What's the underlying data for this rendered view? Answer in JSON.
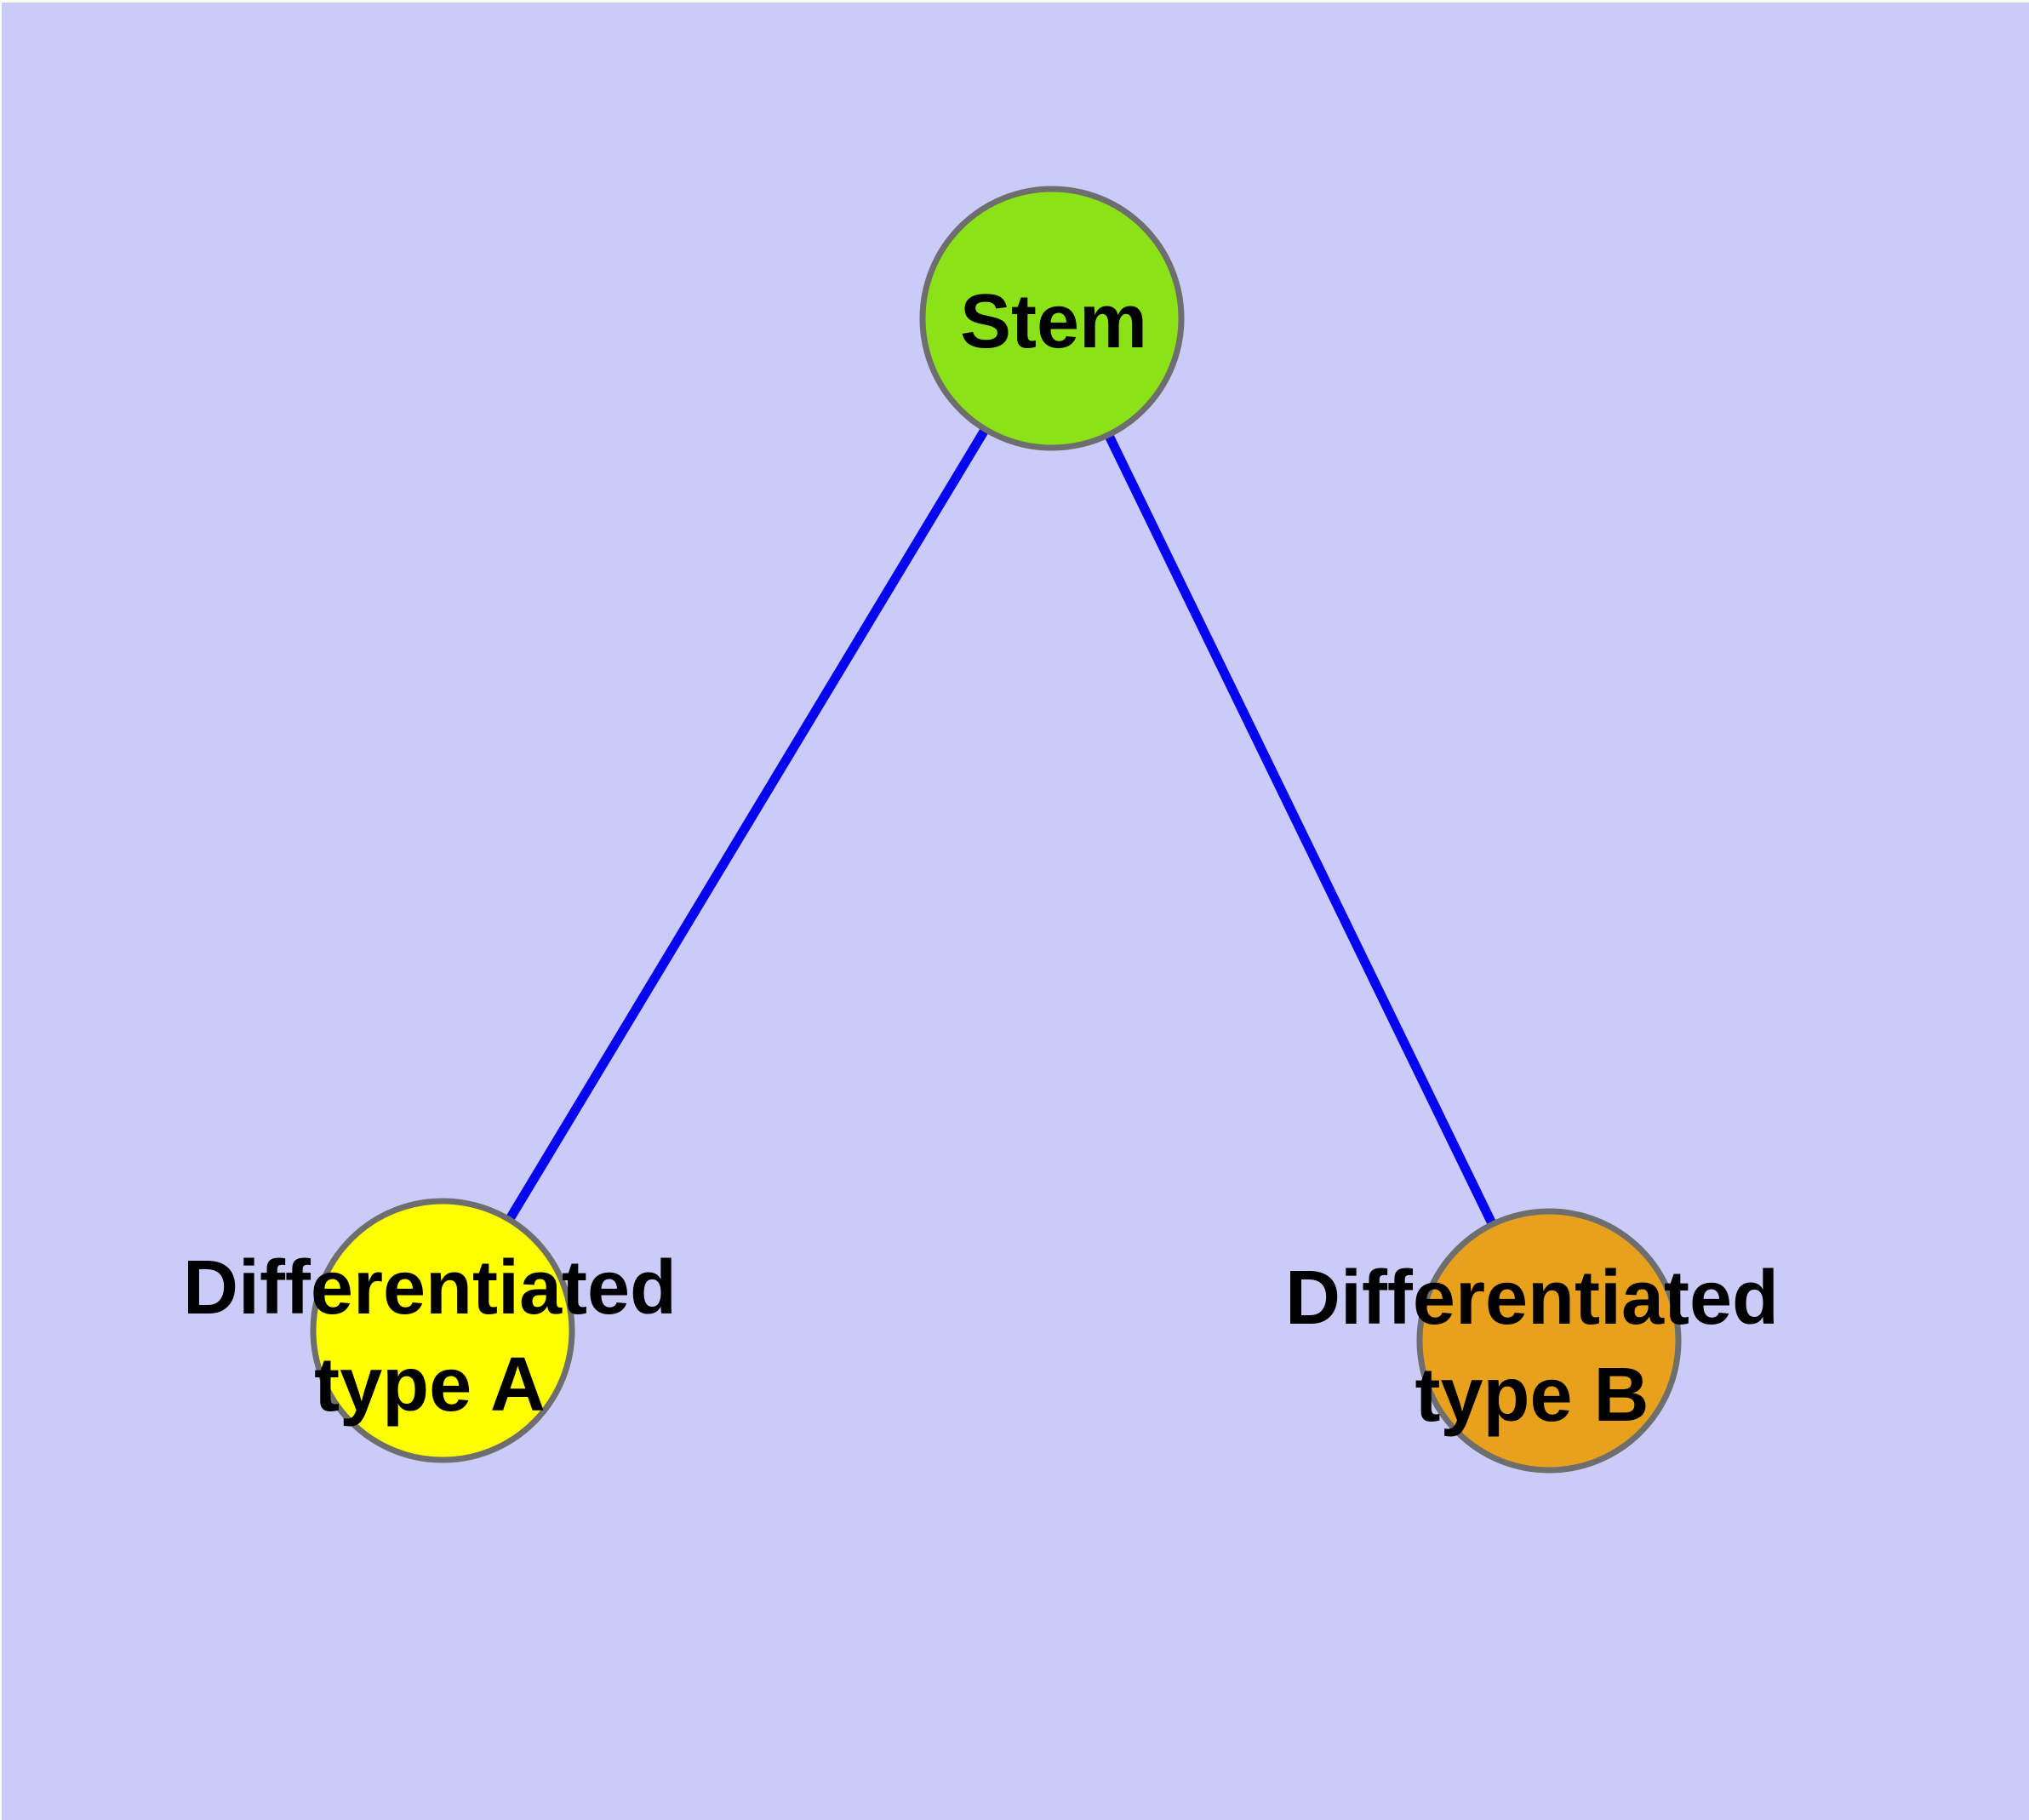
{
  "diagram": {
    "background_color": "#CBCBF8",
    "edge_color": "#0606EE",
    "node_border_color": "#6E6E6E",
    "text_color": "#000000",
    "nodes": [
      {
        "id": "stem",
        "label_lines": [
          "Stem"
        ],
        "fill_color": "#8BE317"
      },
      {
        "id": "differentiated-type-a",
        "label_lines": [
          "Differentiated",
          "type A"
        ],
        "fill_color": "#FFFF00"
      },
      {
        "id": "differentiated-type-b",
        "label_lines": [
          "Differentiated",
          "type B"
        ],
        "fill_color": "#E8A11C"
      }
    ],
    "edges": [
      {
        "from": "stem",
        "to": "differentiated-type-a"
      },
      {
        "from": "stem",
        "to": "differentiated-type-b"
      }
    ]
  }
}
